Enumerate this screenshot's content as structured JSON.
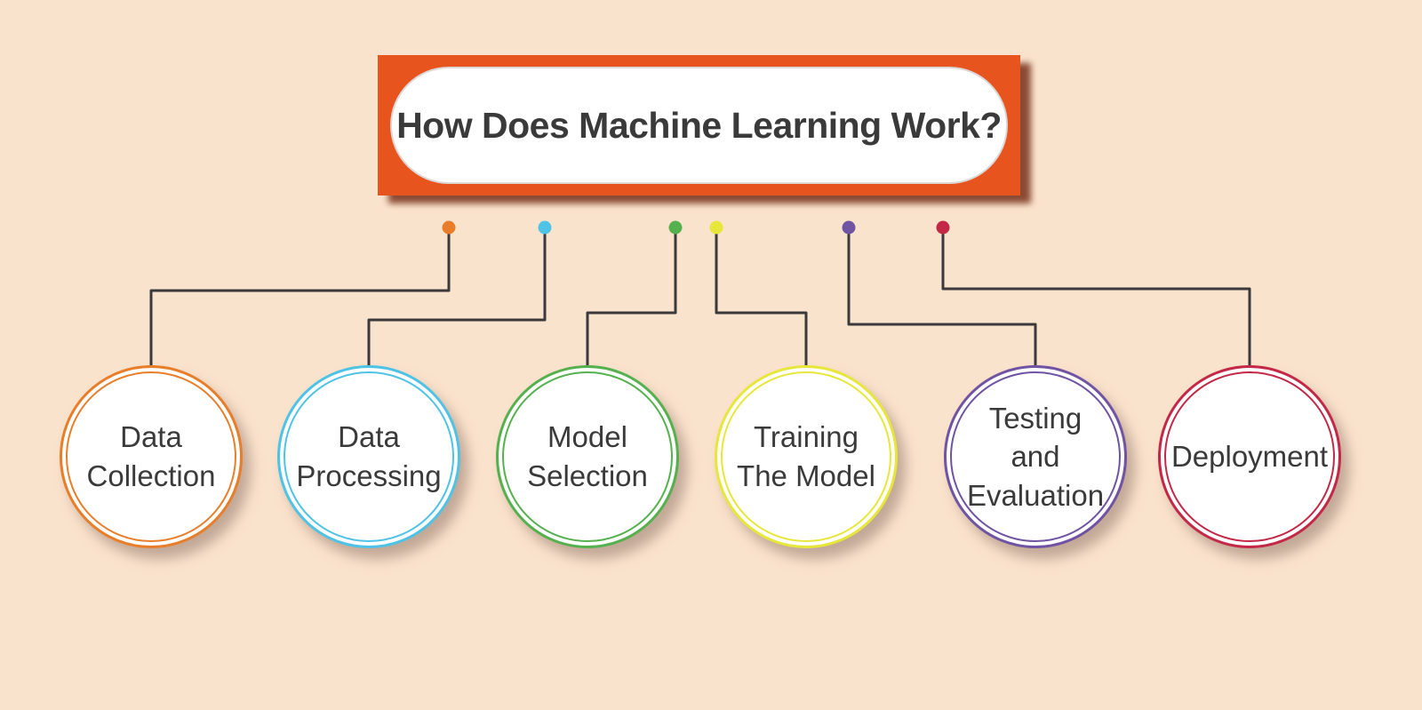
{
  "banner": {
    "title": "How Does Machine Learning Work?"
  },
  "steps": [
    {
      "label": "Data\nCollection",
      "color": "#e87e2a"
    },
    {
      "label": "Data\nProcessing",
      "color": "#4ec3e6"
    },
    {
      "label": "Model\nSelection",
      "color": "#55b14e"
    },
    {
      "label": "Training\nThe Model",
      "color": "#e7e73b"
    },
    {
      "label": "Testing\nand\nEvaluation",
      "color": "#7053a3"
    },
    {
      "label": "Deployment",
      "color": "#c32947"
    }
  ],
  "colors": {
    "background": "#fae3cd",
    "banner_fill": "#e8541e",
    "banner_shadow": "#8a4a33",
    "pill_fill": "#ffffff",
    "ink": "#3a3a3a"
  }
}
